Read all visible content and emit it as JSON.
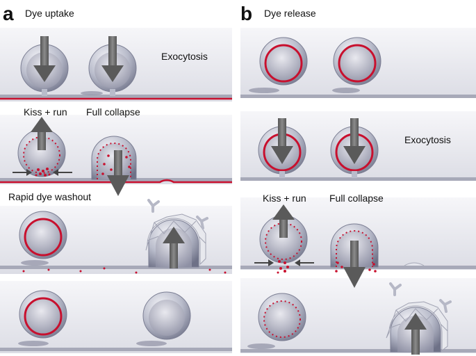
{
  "panels": [
    {
      "letter": "a",
      "title": "Dye uptake",
      "labels": {
        "exocytosis": "Exocytosis",
        "kiss_run": "Kiss + run",
        "full_collapse": "Full collapse",
        "washout": "Rapid dye washout"
      }
    },
    {
      "letter": "b",
      "title": "Dye release",
      "labels": {
        "exocytosis": "Exocytosis",
        "kiss_run": "Kiss + run",
        "full_collapse": "Full collapse"
      }
    }
  ],
  "colors": {
    "dye": "#c8102e",
    "membrane": "#9a9caf",
    "vesicle": "#b9bccb",
    "arrow": "#6b6b6b",
    "strip_top": "#f2f2f6",
    "strip_bottom": "#d9dae3"
  }
}
